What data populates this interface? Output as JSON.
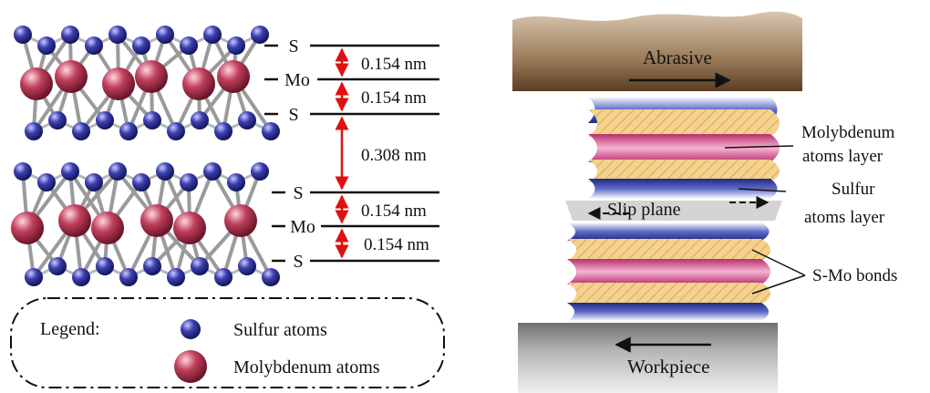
{
  "left_panel": {
    "levels": [
      {
        "symbol": "S"
      },
      {
        "symbol": "Mo"
      },
      {
        "symbol": "S"
      },
      {
        "symbol": "S"
      },
      {
        "symbol": "Mo"
      },
      {
        "symbol": "S"
      }
    ],
    "spacings": [
      "0.154 nm",
      "0.154 nm",
      "0.308 nm",
      "0.154 nm",
      "0.154 nm"
    ],
    "legend": {
      "title": "Legend:",
      "sulfur_label": "Sulfur atoms",
      "molybdenum_label": "Molybdenum atoms"
    },
    "colors": {
      "sulfur": "#2a2f8f",
      "molybdenum": "#b0344f",
      "arrow": "#e01010"
    }
  },
  "right_panel": {
    "abrasive_label": "Abrasive",
    "workpiece_label": "Workpiece",
    "molybdenum_label_line1": "Molybdenum",
    "molybdenum_label_line2": "atoms layer",
    "sulfur_label_line1": "Sulfur",
    "sulfur_label_line2": "atoms layer",
    "slip_plane_label": "Slip plane",
    "bonds_label": "S-Mo bonds",
    "colors": {
      "abrasive": "#8b6a4a",
      "workpiece": "#a8a8a8",
      "mo_layer": "#e0559a",
      "s_layer": "#2f3b9a",
      "bond_layer": "#f3cf8a"
    }
  }
}
